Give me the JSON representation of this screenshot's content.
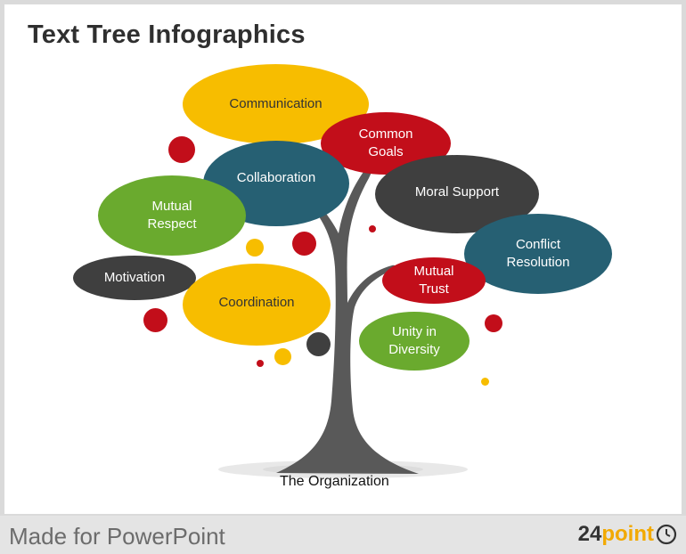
{
  "slide": {
    "title": "Text Tree Infographics",
    "caption": "The Organization"
  },
  "bubbles": {
    "communication": "Communication",
    "common_goals": "Common\nGoals",
    "collaboration": "Collaboration",
    "moral_support": "Moral Support",
    "mutual_respect": "Mutual\nRespect",
    "conflict_resolution": "Conflict\nResolution",
    "motivation": "Motivation",
    "mutual_trust": "Mutual\nTrust",
    "coordination": "Coordination",
    "unity_in_diversity": "Unity in\nDiversity"
  },
  "footer": {
    "made_for": "Made for PowerPoint",
    "logo_number": "24",
    "logo_word": "point"
  },
  "colors": {
    "yellow": "#f7bd00",
    "red": "#c20e1a",
    "teal": "#266073",
    "dark_gray": "#3f3f3f",
    "green": "#6aaa2e",
    "trunk": "#595959"
  }
}
